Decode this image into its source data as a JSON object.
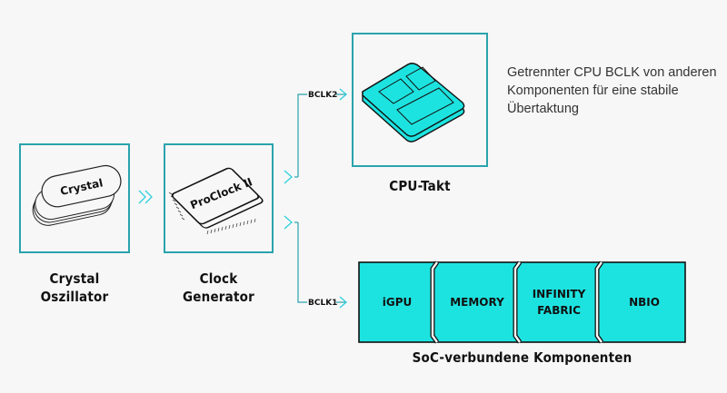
{
  "colors": {
    "accent": "#2aa3ad",
    "cyan": "#1de3e0",
    "background": "#f7f7f7",
    "text": "#111111"
  },
  "crystal": {
    "chip_text": "Crystal",
    "label_line1": "Crystal",
    "label_line2": "Oszillator"
  },
  "clock": {
    "chip_text": "ProClock II",
    "label_line1": "Clock",
    "label_line2": "Generator"
  },
  "cpu": {
    "label": "CPU-Takt"
  },
  "description": {
    "line1": "Getrennter CPU BCLK von anderen",
    "line2": "Komponenten für eine stabile",
    "line3": "Übertaktung"
  },
  "signals": {
    "bclk2": "BCLK2",
    "bclk1": "BCLK1"
  },
  "soc": {
    "segments": [
      {
        "line1": "iGPU",
        "line2": ""
      },
      {
        "line1": "MEMORY",
        "line2": ""
      },
      {
        "line1": "INFINITY",
        "line2": "FABRIC"
      },
      {
        "line1": "NBIO",
        "line2": ""
      }
    ],
    "label": "SoC-verbundene Komponenten"
  },
  "icons": {
    "flow_arrow": "double-chevron-right",
    "signal_arrow": "chevron-right"
  }
}
